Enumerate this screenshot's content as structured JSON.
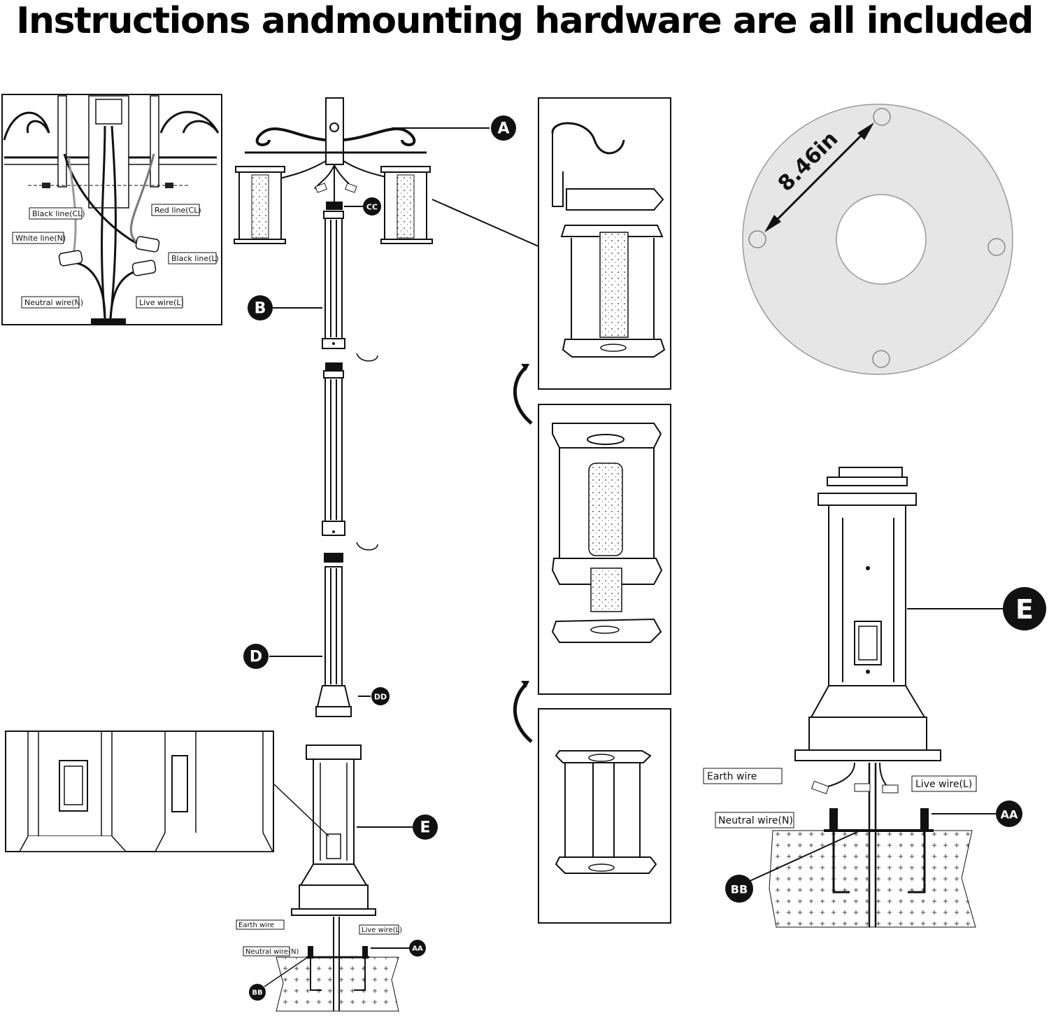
{
  "title": "Instructions andmounting hardware are all included",
  "labels": {
    "A": "A",
    "B": "B",
    "CC": "CC",
    "D": "D",
    "DD": "DD",
    "E": "E",
    "AA": "AA",
    "BB": "BB"
  },
  "wiring_inset": {
    "black_cl": "Black line(CL)",
    "red_cl": "Red line(CL)",
    "white_n": "White line(N)",
    "black_l": "Black line(L)",
    "neutral_n": "Neutral wire(N)",
    "live_l": "Live wire(L)"
  },
  "ground_labels": {
    "earth": "Earth wire",
    "live": "Live wire(L)",
    "neutral": "Neutral wire(N)"
  },
  "base_plate": {
    "dimension": "8.46in"
  },
  "colors": {
    "ink": "#111111",
    "plate_fill": "#e6e6e6",
    "badge_fill": "#111111"
  }
}
